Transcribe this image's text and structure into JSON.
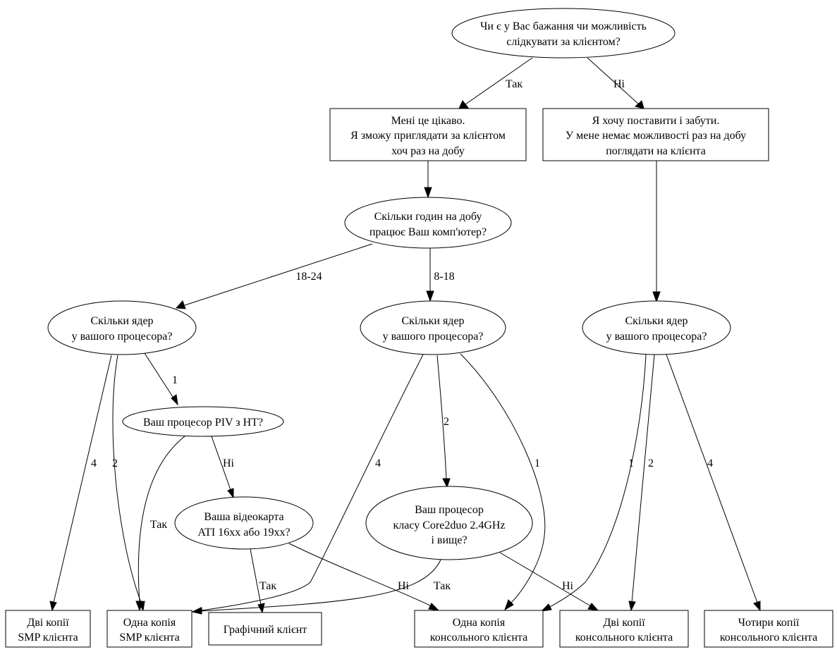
{
  "nodes": {
    "q_monitor": {
      "lines": [
        "Чи є у Вас бажання чи можливість",
        "слідкувати за клієнтом?"
      ]
    },
    "interested": {
      "lines": [
        "Мені це цікаво.",
        "Я зможу приглядати за клієнтом",
        "хоч раз на добу"
      ]
    },
    "set_forget": {
      "lines": [
        "Я хочу поставити і забути.",
        "У мене немає можливості раз на добу",
        "поглядати на клієнта"
      ]
    },
    "q_hours": {
      "lines": [
        "Скільки годин на добу",
        "працює Ваш комп'ютер?"
      ]
    },
    "q_cores_a": {
      "lines": [
        "Скільки ядер",
        "у вашого процесора?"
      ]
    },
    "q_cores_b": {
      "lines": [
        "Скільки ядер",
        "у вашого процесора?"
      ]
    },
    "q_cores_c": {
      "lines": [
        "Скільки ядер",
        "у вашого процесора?"
      ]
    },
    "q_piv": {
      "lines": [
        "Ваш процесор PIV з HT?"
      ]
    },
    "q_video": {
      "lines": [
        "Ваша відеокарта",
        "ATI 16xx або 19xx?"
      ]
    },
    "q_core2duo": {
      "lines": [
        "Ваш процесор",
        "класу Core2duo 2.4GHz",
        "і вище?"
      ]
    },
    "two_smp": {
      "lines": [
        "Дві копії",
        "SMP клієнта"
      ]
    },
    "one_smp": {
      "lines": [
        "Одна копія",
        "SMP клієнта"
      ]
    },
    "gpu": {
      "lines": [
        "Графічний клієнт"
      ]
    },
    "one_console": {
      "lines": [
        "Одна копія",
        "консольного клієнта"
      ]
    },
    "two_console": {
      "lines": [
        "Дві копії",
        "консольного клієнта"
      ]
    },
    "four_console": {
      "lines": [
        "Чотири копії",
        "консольного клієнта"
      ]
    }
  },
  "edge_labels": {
    "monitor_yes": "Так",
    "monitor_no": "Ні",
    "hours_18_24": "18-24",
    "hours_8_18": "8-18",
    "a_1": "1",
    "a_4": "4",
    "a_2": "2",
    "piv_no": "Ні",
    "piv_yes": "Так",
    "video_yes": "Так",
    "video_no": "Ні",
    "b_4": "4",
    "b_2": "2",
    "b_1": "1",
    "core2duo_yes": "Так",
    "core2duo_no": "Ні",
    "c_1": "1",
    "c_2": "2",
    "c_4": "4"
  }
}
